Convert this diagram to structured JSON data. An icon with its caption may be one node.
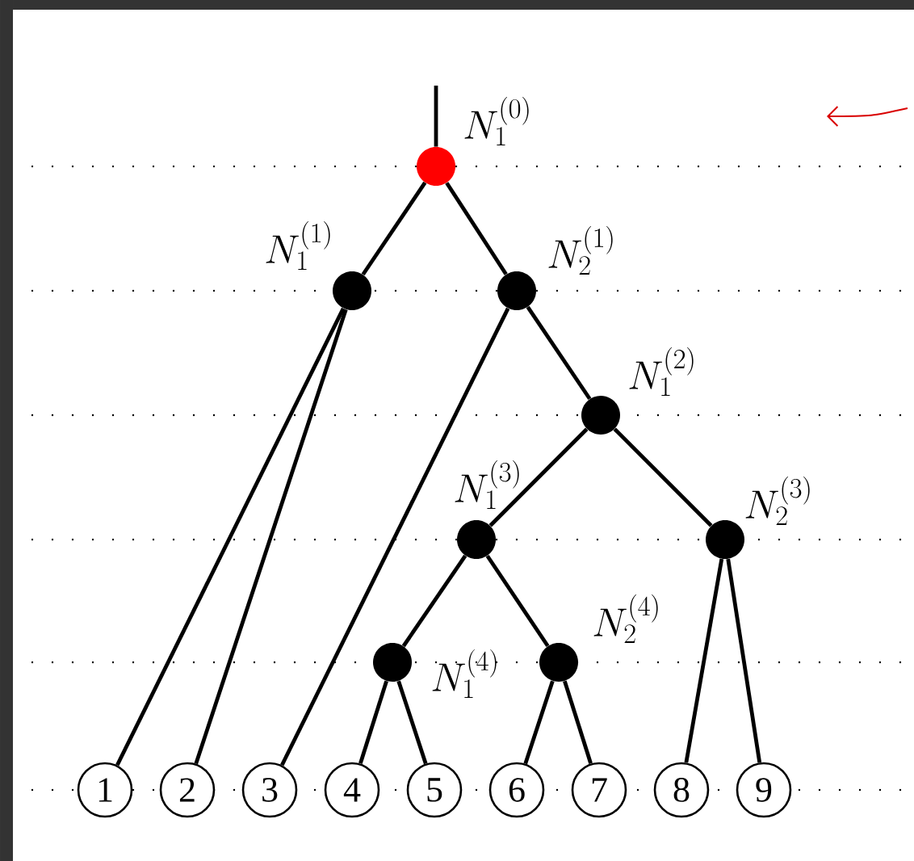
{
  "diagram": {
    "nodes": [
      {
        "text": [],
        "shape": "circle",
        "beside": [
          "N_1^{(0)}"
        ]
      },
      {
        "text": [],
        "shape": "circle",
        "beside": [
          "N_1^{(1)}"
        ]
      },
      {
        "text": [],
        "shape": "circle",
        "beside": [
          "N_2^{(1)}"
        ]
      },
      {
        "text": [],
        "shape": "circle",
        "beside": [
          "N_1^{(2)}"
        ]
      },
      {
        "text": [],
        "shape": "circle",
        "beside": [
          "N_1^{(3)}"
        ]
      },
      {
        "text": [],
        "shape": "circle",
        "beside": [
          "N_2^{(3)}"
        ]
      },
      {
        "text": [],
        "shape": "circle",
        "beside": [
          "N_1^{(4)}"
        ]
      },
      {
        "text": [],
        "shape": "circle",
        "beside": [
          "N_2^{(4)}"
        ]
      },
      {
        "text": [
          "1"
        ]
      },
      {
        "text": [
          "2"
        ]
      },
      {
        "text": [
          "3"
        ]
      },
      {
        "text": [
          "4"
        ]
      },
      {
        "text": [
          "5"
        ]
      },
      {
        "text": [
          "6"
        ]
      },
      {
        "text": [
          "7"
        ]
      },
      {
        "text": [
          "8"
        ]
      },
      {
        "text": [
          "9"
        ]
      }
    ],
    "edges": [
      {
        "from": null,
        "to": 0,
        "arrow": "none"
      },
      {
        "from": 0,
        "to": 1,
        "arrow": "none"
      },
      {
        "from": 0,
        "to": 2,
        "arrow": "none"
      },
      {
        "from": 1,
        "to": 8,
        "arrow": "none"
      },
      {
        "from": 1,
        "to": 9,
        "arrow": "none"
      },
      {
        "from": 2,
        "to": 10,
        "arrow": "none"
      },
      {
        "from": 2,
        "to": 3,
        "arrow": "none"
      },
      {
        "from": 3,
        "to": 4,
        "arrow": "none"
      },
      {
        "from": 3,
        "to": 5,
        "arrow": "none"
      },
      {
        "from": 4,
        "to": 6,
        "arrow": "none"
      },
      {
        "from": 4,
        "to": 7,
        "arrow": "none"
      },
      {
        "from": 6,
        "to": 11,
        "arrow": "none"
      },
      {
        "from": 6,
        "to": 12,
        "arrow": "none"
      },
      {
        "from": 7,
        "to": 13,
        "arrow": "none"
      },
      {
        "from": 7,
        "to": 14,
        "arrow": "none"
      },
      {
        "from": 5,
        "to": 15,
        "arrow": "none"
      },
      {
        "from": 5,
        "to": 16,
        "arrow": "none"
      }
    ]
  }
}
